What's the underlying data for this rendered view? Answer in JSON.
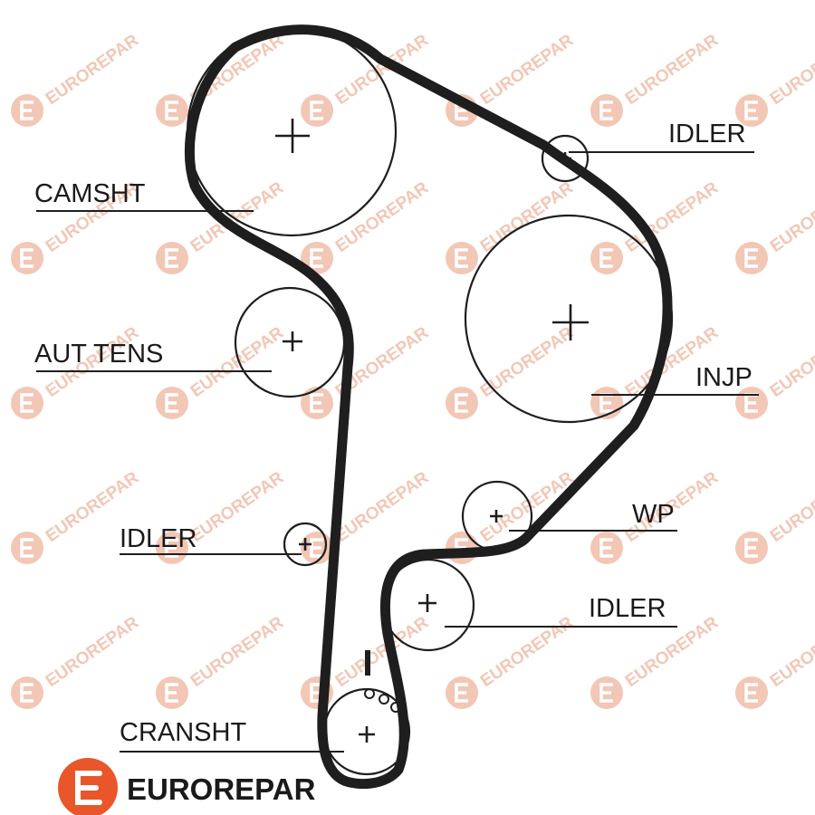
{
  "watermark": {
    "text": "EUROREPAR",
    "color": "#f2c7b6"
  },
  "brand": {
    "name": "EUROREPAR",
    "logo_color": "#e8562a"
  },
  "labels": {
    "camshaft": "CAMSHT",
    "auto_tensioner": "AUT TENS",
    "idler_left": "IDLER",
    "crankshaft": "CRANSHT",
    "idler_top_right": "IDLER",
    "injection_pump": "INJP",
    "water_pump": "WP",
    "idler_lower_right": "IDLER"
  },
  "belt_color": "#1e1e1e"
}
